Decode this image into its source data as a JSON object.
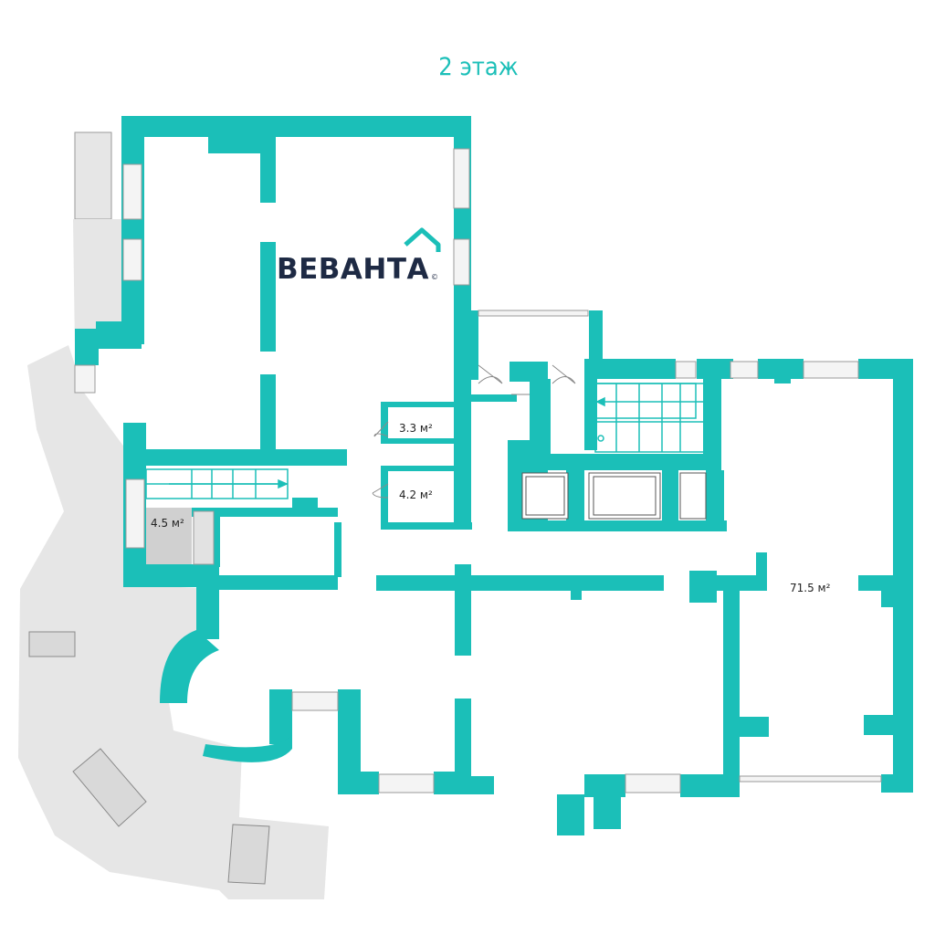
{
  "floor": {
    "title": "2 этаж"
  },
  "logo": {
    "text": "ВЕВАНТА",
    "mark": "©"
  },
  "rooms": {
    "room_a": "3.3 м²",
    "room_b": "4.2 м²",
    "room_c": "4.5 м²",
    "room_d": "71.5 м²"
  },
  "colors": {
    "wall": "#1bbfb8",
    "title": "#1bbfb8",
    "logo_text": "#1e2a44",
    "terrace": "#e6e6e6",
    "terrace_dark": "#d0d0d0",
    "window": "#f4f4f4",
    "line": "#8a8a8a"
  }
}
